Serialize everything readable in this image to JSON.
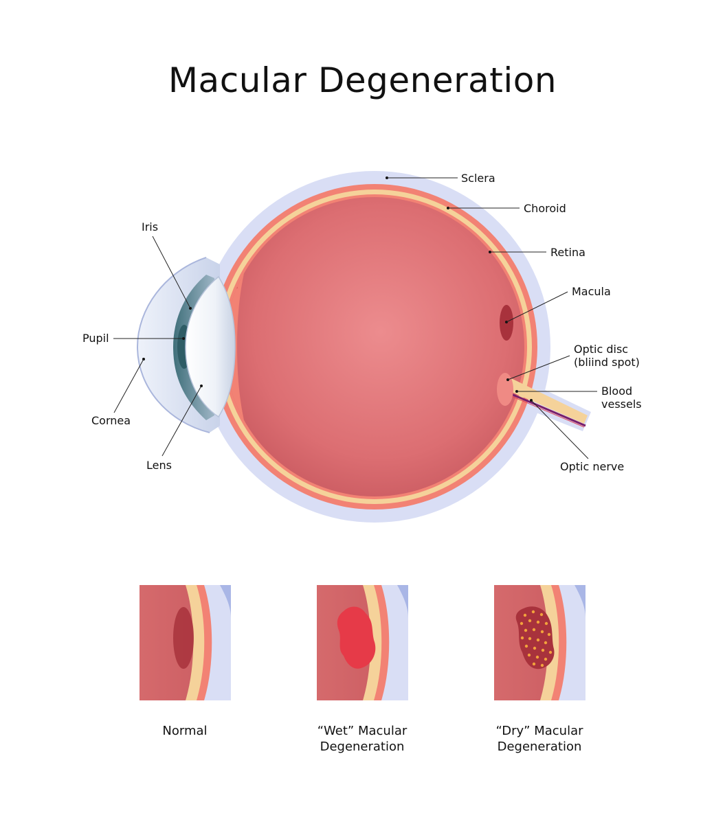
{
  "title": "Macular Degeneration",
  "labels": {
    "sclera": "Sclera",
    "choroid": "Choroid",
    "retina": "Retina",
    "macula": "Macula",
    "optic_disc_line1": "Optic disc",
    "optic_disc_line2": "(bliind spot)",
    "blood_vessels_line1": "Blood",
    "blood_vessels_line2": "vessels",
    "optic_nerve": "Optic nerve",
    "iris": "Iris",
    "pupil": "Pupil",
    "cornea": "Cornea",
    "lens": "Lens"
  },
  "panels": [
    {
      "caption_line1": "Normal",
      "caption_line2": ""
    },
    {
      "caption_line1": "“Wet” Macular",
      "caption_line2": "Degeneration"
    },
    {
      "caption_line1": "“Dry” Macular",
      "caption_line2": "Degeneration"
    }
  ],
  "colors": {
    "sclera": "#d9def5",
    "choroid": "#f28274",
    "retina": "#f5d29a",
    "vitreous": "#d9666a",
    "macula": "#a8323c",
    "wet_lesion": "#e63a48",
    "dry_lesion": "#a8323c",
    "drusen": "#f2a23c",
    "blood_vessel": "#7a1e6a"
  }
}
